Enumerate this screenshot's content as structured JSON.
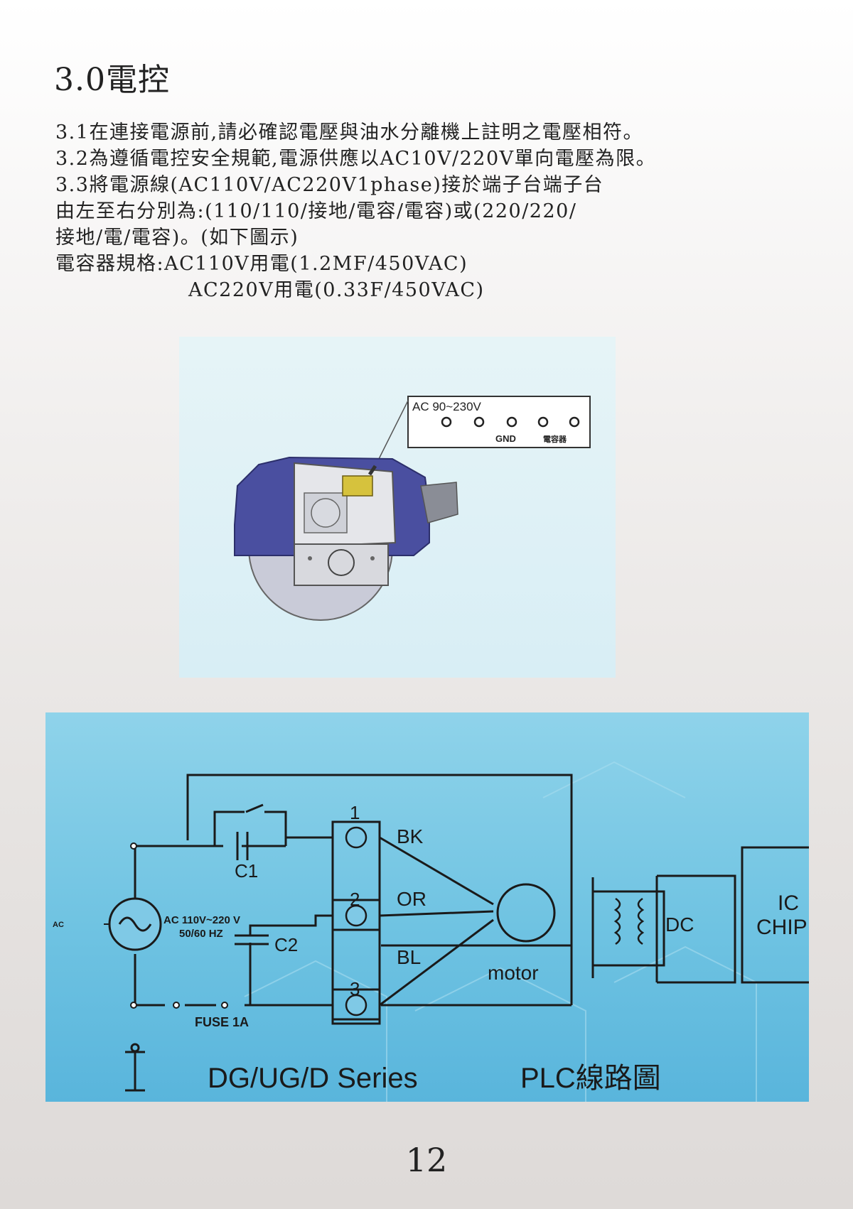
{
  "heading": "3.0電控",
  "body_lines": [
    "3.1在連接電源前,請必確認電壓與油水分離機上註明之電壓相符。",
    "3.2為遵循電控安全規範,電源供應以AC10V/220V單向電壓為限。",
    "3.3將電源線(AC110V/AC220V1phase)接於端子台端子台",
    "由左至右分別為:(110/110/接地/電容/電容)或(220/220/",
    "接地/電/電容)。(如下圖示)",
    "電容器規格:AC110V用電(1.2MF/450VAC)",
    "AC220V用電(0.33F/450VAC)"
  ],
  "figure_top": {
    "terminal_label": "AC 90~230V",
    "gnd_label": "GND",
    "capacitor_label": "電容器"
  },
  "figure_bottom": {
    "ac_tag": "AC",
    "ac_source": [
      "AC 110V~220 V",
      "50/60  HZ"
    ],
    "c1": "C1",
    "c2": "C2",
    "terminal_1": "1",
    "terminal_2": "2",
    "terminal_3": "3",
    "bk": "BK",
    "or": "OR",
    "bl": "BL",
    "motor": "motor",
    "dc": "DC",
    "ic_chip": [
      "IC",
      "CHIP"
    ],
    "fuse": "FUSE  1A",
    "series": "DG/UG/D Series",
    "plc": "PLC線路圖"
  },
  "page_number": "12",
  "colors": {
    "machine_body": "#4a4fa0",
    "wire": "#1a1a1a",
    "diagram_bg": "#6fc3e2"
  }
}
